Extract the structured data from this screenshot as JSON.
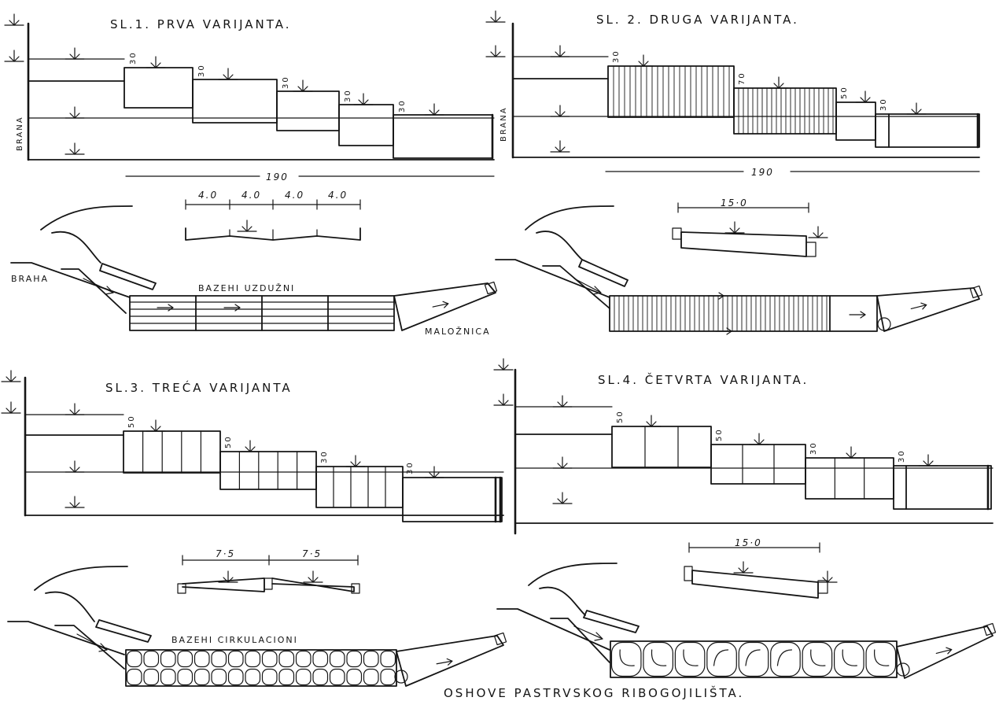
{
  "figures": [
    {
      "title": "SL.1. PRVA VARIJANTA.",
      "dam_label": "BRANA",
      "drop_labels": [
        "30",
        "30",
        "30",
        "30"
      ],
      "length_label": "190",
      "plan_dims": [
        "4.0",
        "4.0",
        "4.0",
        "4.0"
      ],
      "river_label": "BRAHA",
      "basin_label": "BAZEHI UZDUŽNI",
      "outlet_label": "MALOŽNICA"
    },
    {
      "title": "SL. 2. DRUGA VARIJANTA.",
      "dam_label": "BRANA",
      "drop_labels": [
        "30",
        "70",
        "50",
        "30"
      ],
      "length_label": "190",
      "plan_dims": [
        "15·0"
      ]
    },
    {
      "title": "SL.3. TREĆA VARIJANTA",
      "drop_labels": [
        "50",
        "50",
        "30",
        "30"
      ],
      "plan_dims": [
        "7·5",
        "7·5"
      ],
      "basin_label": "BAZEHI CIRKULACIONI"
    },
    {
      "title": "SL.4. ČETVRTA VARIJANTA.",
      "drop_labels": [
        "50",
        "50",
        "30",
        "30"
      ],
      "plan_dims": [
        "15·0"
      ]
    }
  ],
  "footer": "OSHOVE PASTRVSKOG RIBOGOJILIŠTA."
}
